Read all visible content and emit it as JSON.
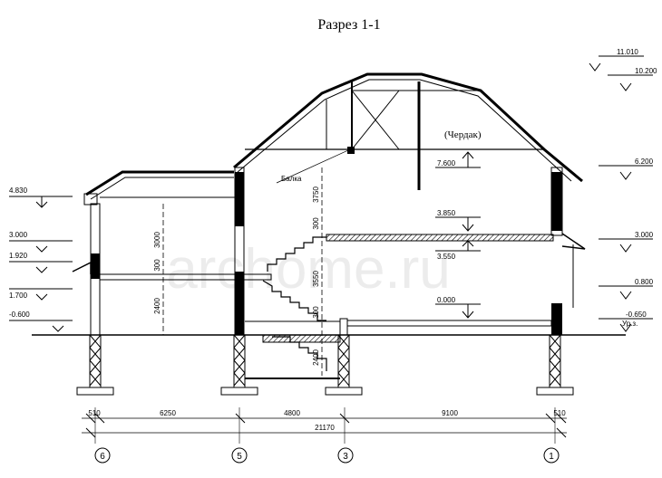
{
  "title": "Разрез 1-1",
  "attic_label": "(Чердак)",
  "beam_label": "Балка",
  "ground_label": "Ур.з.",
  "watermark": "archome.ru",
  "levels_left": [
    "4.830",
    "3.000",
    "1.920",
    "1.700",
    "-0.600"
  ],
  "levels_right": [
    "11.010",
    "10.200",
    "6.200",
    "3.000",
    "0.800",
    "-0.650"
  ],
  "levels_inner": [
    "7.600",
    "3.850",
    "3.550",
    "0.000"
  ],
  "vertical_dims": [
    "3000",
    "300",
    "2400",
    "3750",
    "300",
    "3550",
    "300",
    "2400"
  ],
  "horizontal_dims": [
    "510",
    "6250",
    "4800",
    "9100",
    "510"
  ],
  "total_dim": "21170",
  "axes": [
    "6",
    "5",
    "3",
    "1"
  ]
}
